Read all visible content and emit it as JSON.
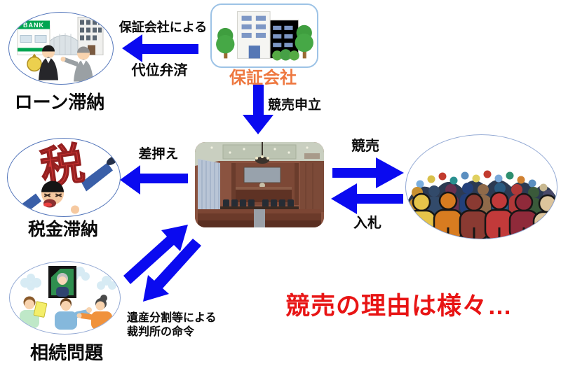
{
  "title": {
    "text": "競売の理由は様々…"
  },
  "nodes": {
    "guarantee": {
      "label": "保証会社"
    },
    "loan": {
      "label": "ローン滞納",
      "bank_sign": "BANK"
    },
    "tax": {
      "label": "税金滞納",
      "kanji": "税"
    },
    "inheritance": {
      "label": "相続問題"
    }
  },
  "arrows": {
    "subrogation": {
      "line1": "保証会社による",
      "line2": "代位弁済"
    },
    "petition": {
      "label": "競売申立"
    },
    "seizure": {
      "label": "差押え"
    },
    "auction": {
      "label": "競売"
    },
    "bid": {
      "label": "入札"
    },
    "court_order": {
      "line1": "遺産分割等による",
      "line2": "裁判所の命令"
    }
  },
  "colors": {
    "arrow_blue": "#0a0af0",
    "guarantee_label_orange": "#ee7840",
    "title_red": "#e81414",
    "oval_border_blue": "#5577bb",
    "bank_sign_green": "#00a550",
    "tax_kanji_red": "#d23535"
  }
}
